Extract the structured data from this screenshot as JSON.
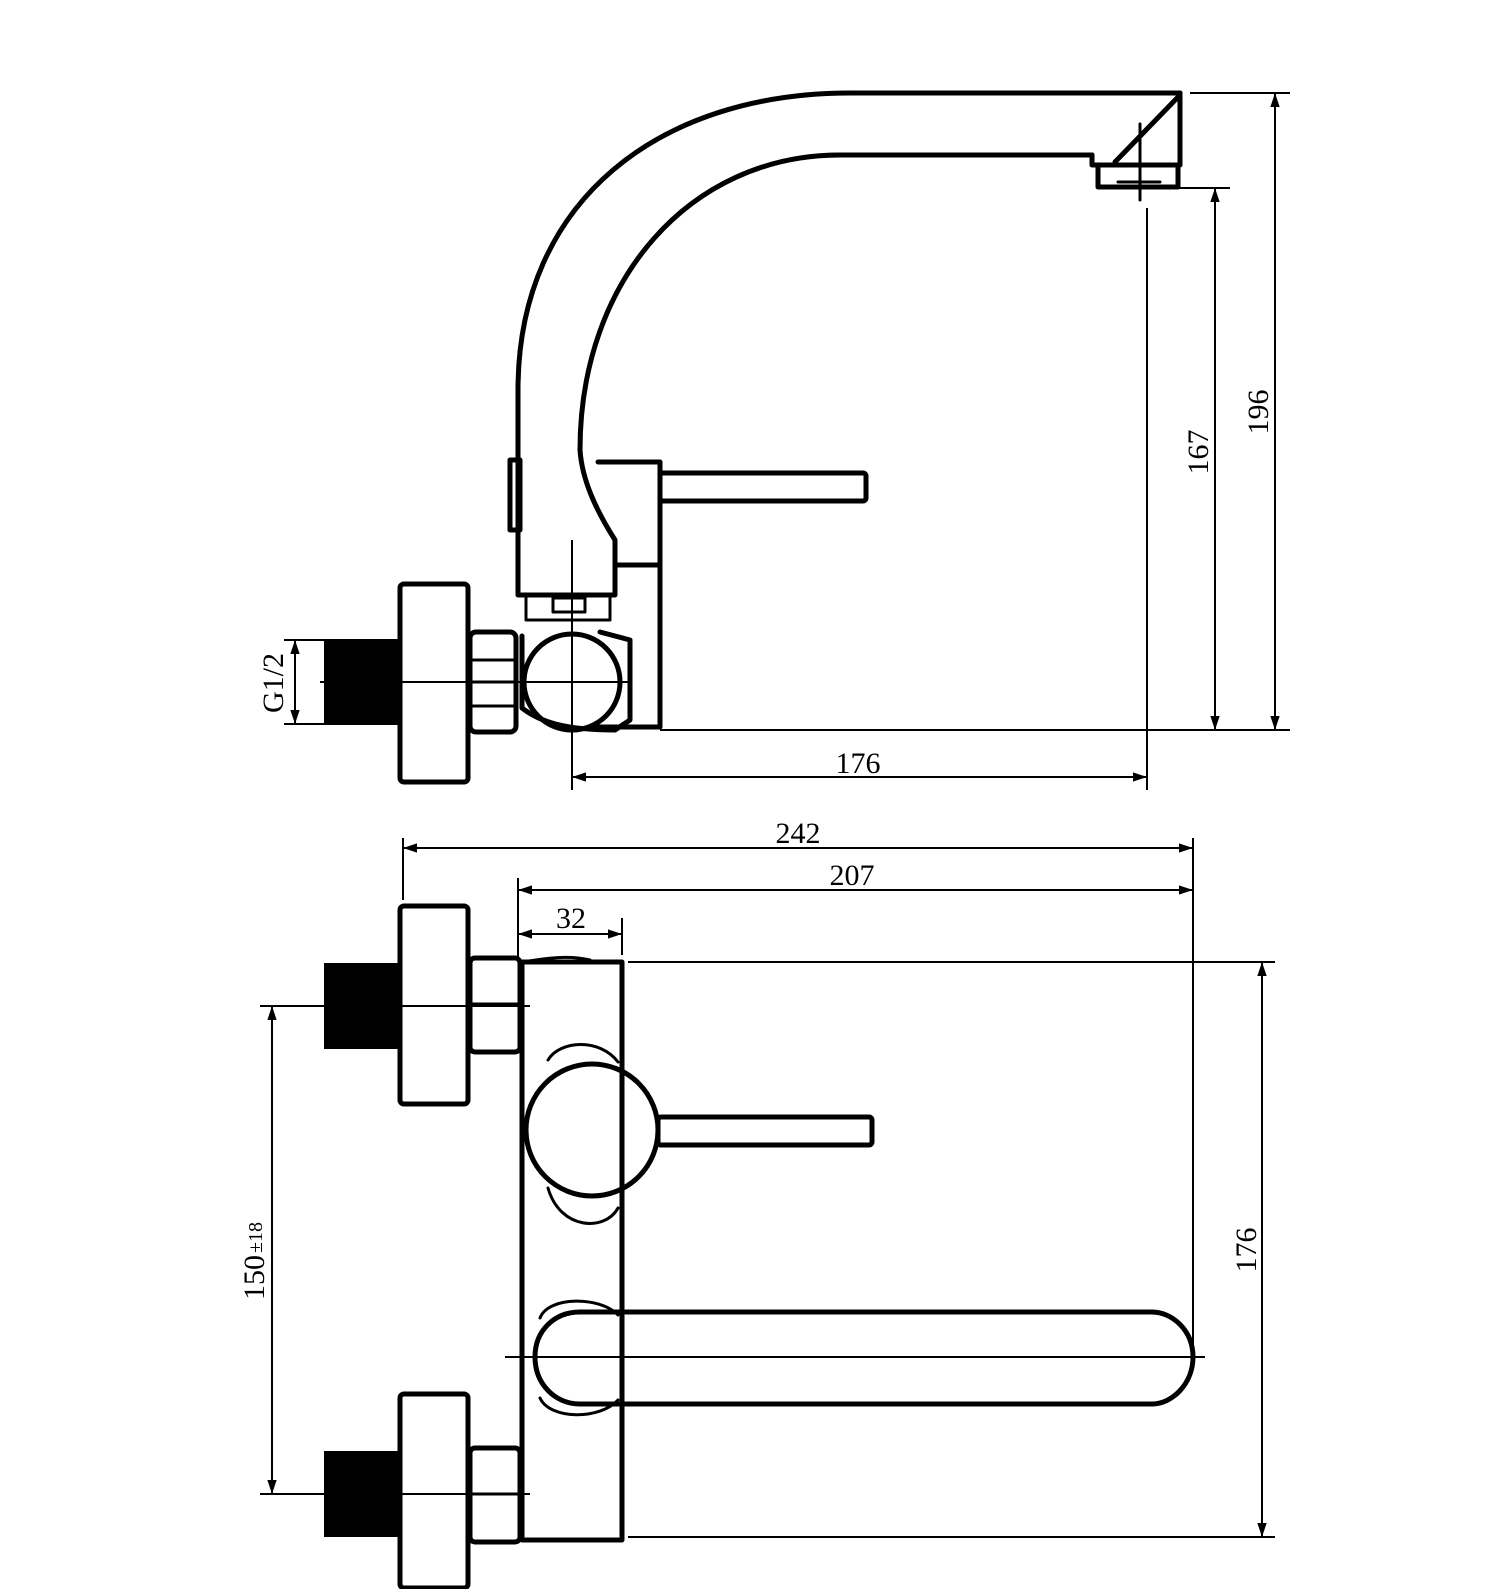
{
  "dimensions": {
    "side_spout_height": "196",
    "side_outlet_height": "167",
    "side_reach": "176",
    "thread_size": "G1/2",
    "total_width": "242",
    "spout_length": "207",
    "body_depth": "32",
    "inlet_spacing": "150",
    "inlet_tolerance": "±18",
    "body_height": "176"
  },
  "colors": {
    "line": "#000000",
    "background": "#ffffff"
  }
}
